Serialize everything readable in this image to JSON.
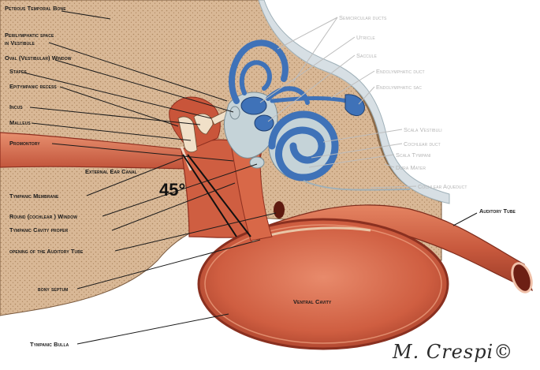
{
  "labels_left": {
    "petrous_temporal_bone": "Petrous Temporal Bone",
    "perilymphatic_space_line1": "Perilymphatic space",
    "perilymphatic_space_line2": "in Vestibule",
    "oval_window": "Oval (Vestibular) Window",
    "stapes": "Stapes",
    "epitympanic_recess": "Epitympanic recess",
    "incus": "Incus",
    "malleus": "Malleus",
    "promontory": "Promontory",
    "tympanic_membrane": "Tympanic Membrane",
    "round_window": "Round (cochlear ) Window",
    "tympanic_cavity_proper": "Tympanic Cavity proper",
    "opening_auditory_tube": "opening of the Auditory Tube",
    "bony_septum": "bony septum",
    "tympanic_bulla": "Tympanic Bulla"
  },
  "labels_inner": {
    "external_ear_canal": "External Ear Canal",
    "ventral_cavity": "Ventral Cavity",
    "auditory_tube": "Auditory Tube",
    "angle": "45°"
  },
  "labels_right": {
    "semicircular_ducts": "Semicircular ducts",
    "utricle": "Utricle",
    "saccule": "Saccule",
    "endolymphatic_duct": "Endolymphatic duct",
    "endolymphatic_sac": "Endolymphatic sac",
    "scala_vestibuli": "Scala Vestibuli",
    "cochlear_duct": "Cochlear duct",
    "scala_tympani": "Scala Tympani",
    "dura_mater": "Dura Mater",
    "cochlear_aqueduct": "Cochlear Aqueduct"
  },
  "signature": "M. Crespi©",
  "colors": {
    "bone": "#d9b896",
    "bone_dot": "#b08a63",
    "flesh": "#c95a3e",
    "flesh_dark": "#8e2f1f",
    "flesh_light": "#e07b5c",
    "labyrinth_blue": "#3f72b8",
    "perilymph_grey": "#c5d3d8",
    "dura": "#d7dfe4"
  }
}
